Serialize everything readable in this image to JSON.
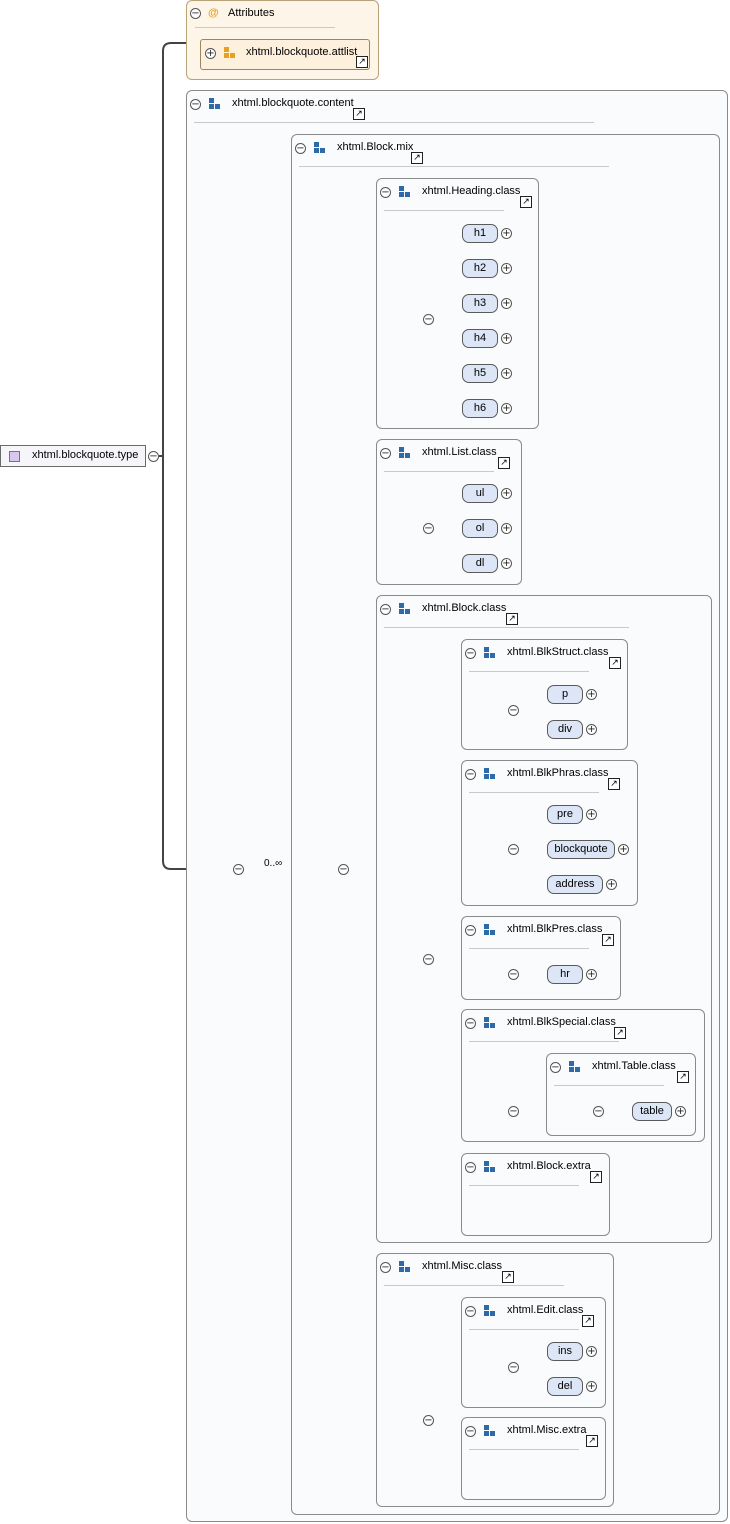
{
  "root": {
    "label": "xhtml.blockquote.type"
  },
  "attributes": {
    "header": "Attributes",
    "at_icon": "@",
    "attlist": "xhtml.blockquote.attlist"
  },
  "content": {
    "label": "xhtml.blockquote.content",
    "occurrence": "0..∞"
  },
  "block_mix": {
    "label": "xhtml.Block.mix"
  },
  "heading": {
    "label": "xhtml.Heading.class",
    "elements": [
      "h1",
      "h2",
      "h3",
      "h4",
      "h5",
      "h6"
    ]
  },
  "list": {
    "label": "xhtml.List.class",
    "elements": [
      "ul",
      "ol",
      "dl"
    ]
  },
  "block": {
    "label": "xhtml.Block.class"
  },
  "blkstruct": {
    "label": "xhtml.BlkStruct.class",
    "elements": [
      "p",
      "div"
    ]
  },
  "blkphras": {
    "label": "xhtml.BlkPhras.class",
    "elements": [
      "pre",
      "blockquote",
      "address"
    ]
  },
  "blkpres": {
    "label": "xhtml.BlkPres.class",
    "elements": [
      "hr"
    ]
  },
  "blkspecial": {
    "label": "xhtml.BlkSpecial.class"
  },
  "table": {
    "label": "xhtml.Table.class",
    "elements": [
      "table"
    ]
  },
  "block_extra": {
    "label": "xhtml.Block.extra"
  },
  "misc": {
    "label": "xhtml.Misc.class"
  },
  "edit": {
    "label": "xhtml.Edit.class",
    "elements": [
      "ins",
      "del"
    ]
  },
  "misc_extra": {
    "label": "xhtml.Misc.extra"
  },
  "icons": {
    "expand": "+",
    "collapse": "−",
    "link": "↗"
  }
}
